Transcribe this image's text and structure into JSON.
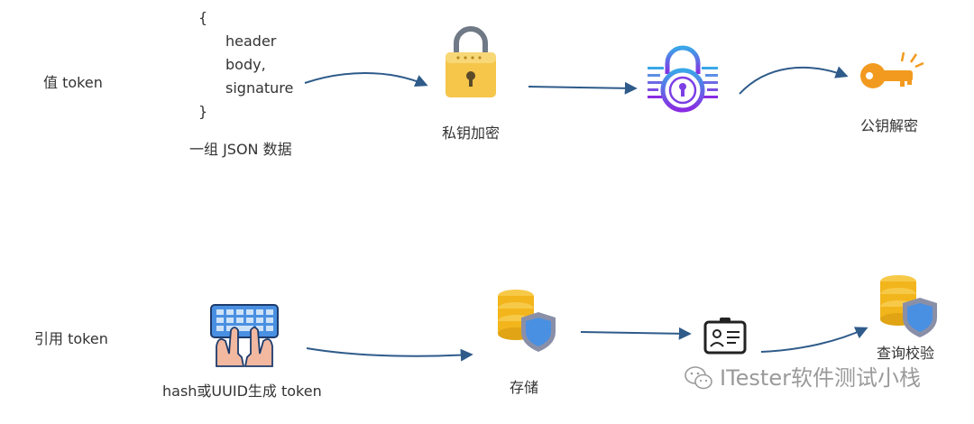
{
  "row1": {
    "label": "值 token",
    "json": {
      "open": "{",
      "lines": [
        "header",
        "body,",
        "signature"
      ],
      "close": "}",
      "caption": "一组 JSON 数据"
    },
    "step1": "私钥加密",
    "step3": "公钥解密"
  },
  "row2": {
    "label": "引用 token",
    "step1": "hash或UUID生成 token",
    "step2": "存储",
    "step4": "查询校验"
  },
  "watermark": "ITester软件测试小栈",
  "colors": {
    "arrow": "#2e5b8a",
    "lock_yellow": "#f5c64a",
    "key_orange": "#f29a1f",
    "db_gold": "#f2b51c",
    "shield_blue": "#4a90e2",
    "lock_purple": "#7b3fe4"
  }
}
